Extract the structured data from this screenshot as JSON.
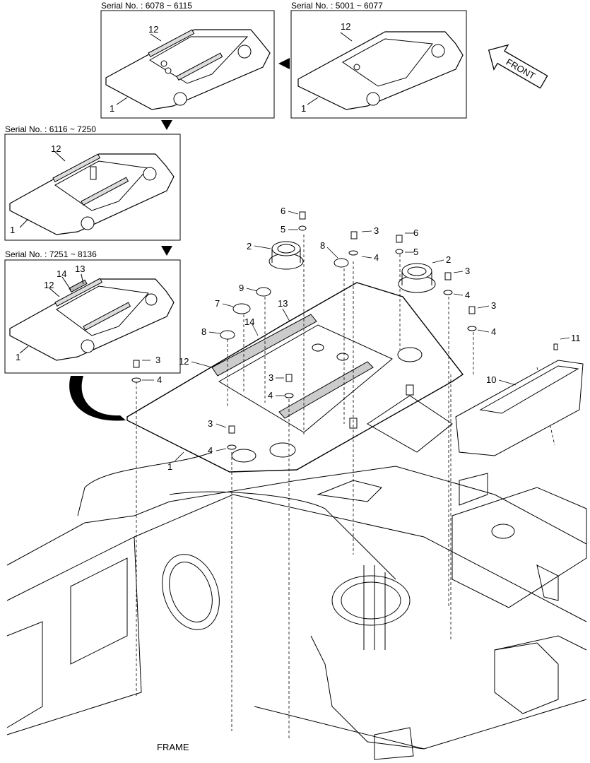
{
  "insets": [
    {
      "serial": "Serial No. : 6078 ~ 6115",
      "labels": [
        "12",
        "1"
      ]
    },
    {
      "serial": "Serial No. : 5001 ~ 6077",
      "labels": [
        "12",
        "1"
      ]
    },
    {
      "serial": "Serial No. : 6116 ~ 7250",
      "labels": [
        "12",
        "1"
      ]
    },
    {
      "serial": "Serial No. : 7251 ~ 8136",
      "labels": [
        "14",
        "13",
        "12",
        "1"
      ]
    }
  ],
  "front_label": "FRONT",
  "frame_label": "FRAME",
  "callouts": [
    "6",
    "5",
    "2",
    "8",
    "3",
    "4",
    "6",
    "5",
    "2",
    "3",
    "4",
    "3",
    "4",
    "9",
    "7",
    "13",
    "8",
    "14",
    "12",
    "3",
    "4",
    "3",
    "4",
    "3",
    "4",
    "1",
    "10",
    "11"
  ],
  "colors": {
    "line": "#000000",
    "background": "#ffffff",
    "panel_fill": "#f2f2f2"
  }
}
